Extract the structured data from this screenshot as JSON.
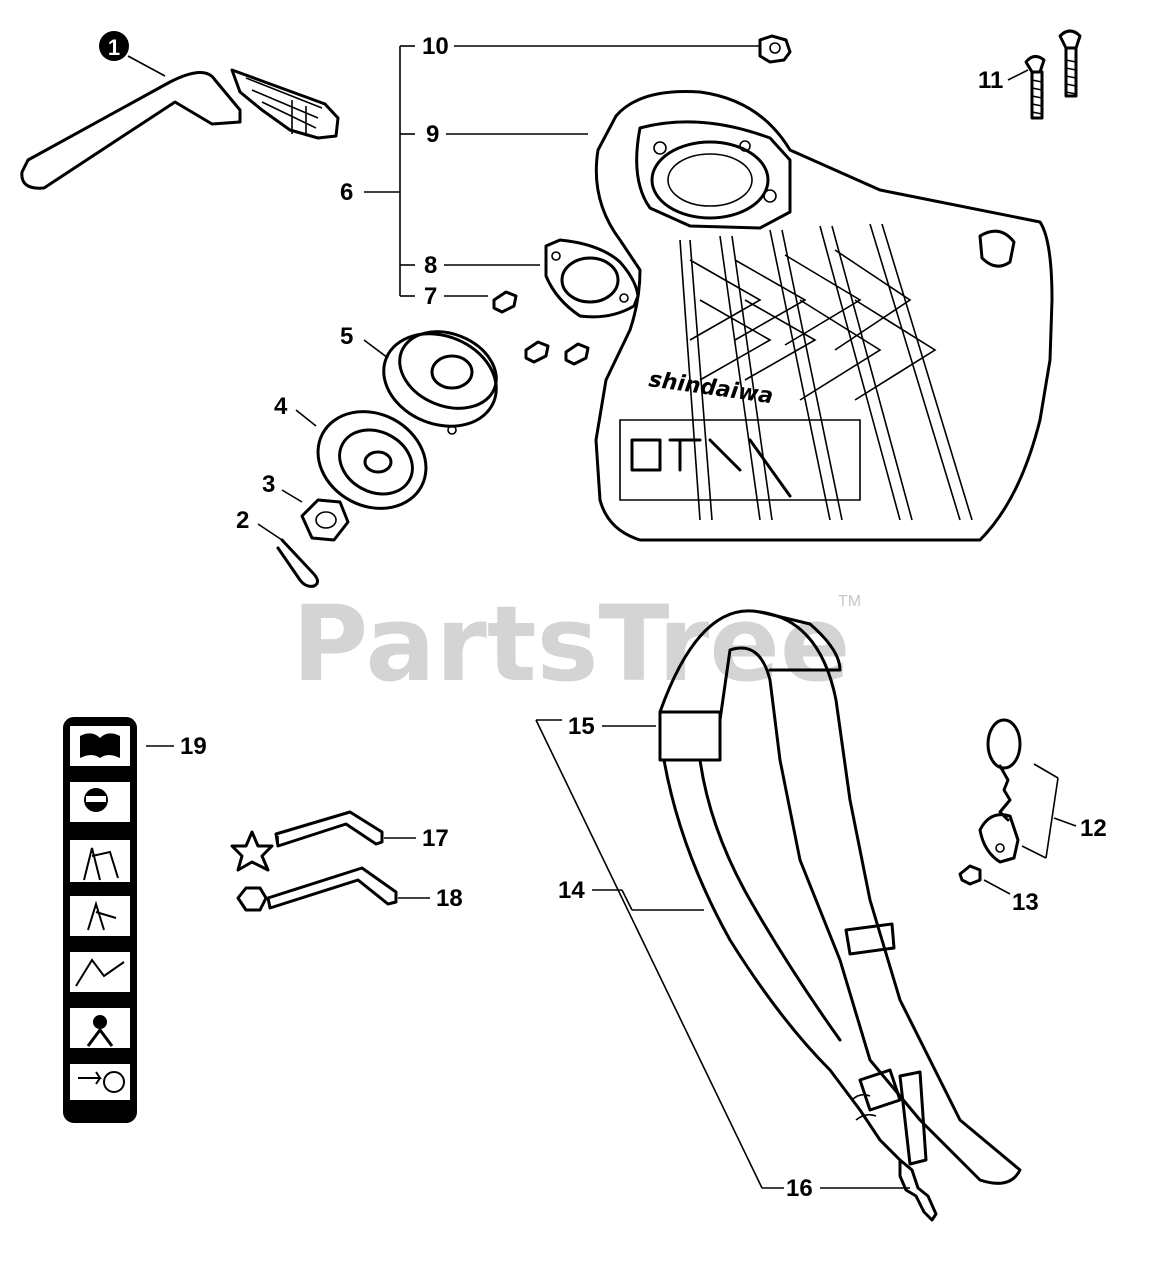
{
  "watermark": {
    "text": "PartsTree",
    "trademark": "TM"
  },
  "brand_on_guard": "shindaiwa",
  "callouts": {
    "c1": "1",
    "c2": "2",
    "c3": "3",
    "c4": "4",
    "c5": "5",
    "c6": "6",
    "c7": "7",
    "c8": "8",
    "c9": "9",
    "c10": "10",
    "c11": "11",
    "c12": "12",
    "c13": "13",
    "c14": "14",
    "c15": "15",
    "c16": "16",
    "c17": "17",
    "c18": "18",
    "c19": "19"
  }
}
